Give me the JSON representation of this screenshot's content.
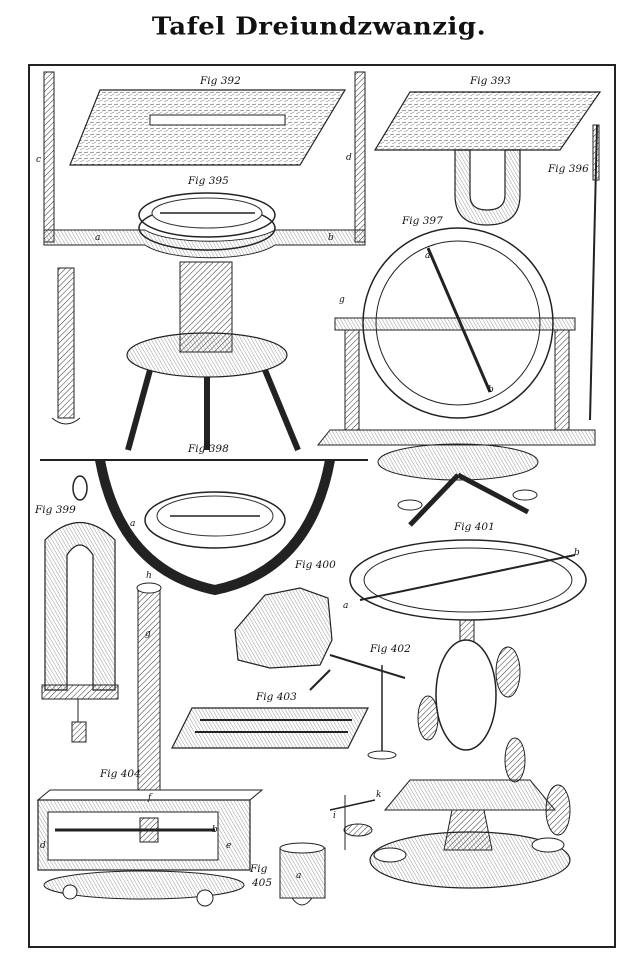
{
  "plate": {
    "title": "Tafel Dreiundzwanzig."
  },
  "figures": {
    "fig392": "Fig 392",
    "fig393": "Fig 393",
    "fig395": "Fig 395",
    "fig396": "Fig 396",
    "fig397": "Fig 397",
    "fig398": "Fig 398",
    "fig399": "Fig 399",
    "fig400": "Fig 400",
    "fig401": "Fig 401",
    "fig402": "Fig 402",
    "fig403": "Fig 403",
    "fig404": "Fig 404",
    "fig405a": "Fig",
    "fig405b": "405"
  },
  "letters": {
    "c": "c",
    "d": "d",
    "a": "a",
    "b": "b",
    "g": "g",
    "h": "h",
    "e": "e",
    "f": "f",
    "k": "k",
    "i": "i"
  }
}
